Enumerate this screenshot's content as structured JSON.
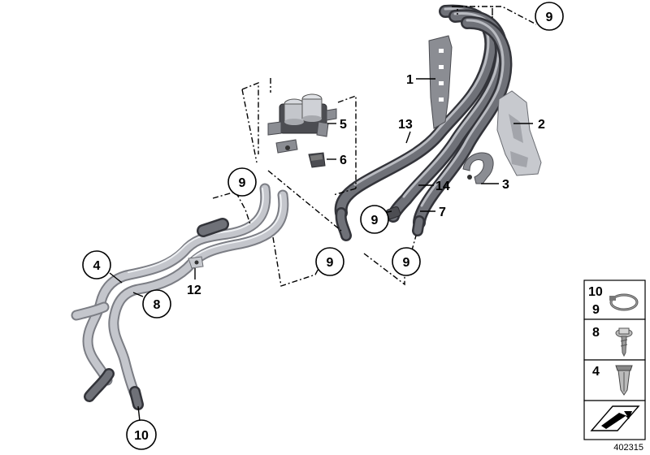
{
  "callouts": {
    "c1": "1",
    "c2": "2",
    "c3": "3",
    "c4": "4",
    "c5": "5",
    "c6": "6",
    "c7": "7",
    "c8": "8",
    "c12": "12",
    "c13": "13",
    "c14": "14",
    "c9_top": "9",
    "c9_valve": "9",
    "c9_mid_left": "9",
    "c9_mid_right": "9",
    "c9_hose_end": "9",
    "c10_bottom": "10"
  },
  "legend": {
    "clamp_nums": [
      "10",
      "9"
    ],
    "screw_num": "8",
    "clip_num": "4"
  },
  "reference_number": "402315"
}
